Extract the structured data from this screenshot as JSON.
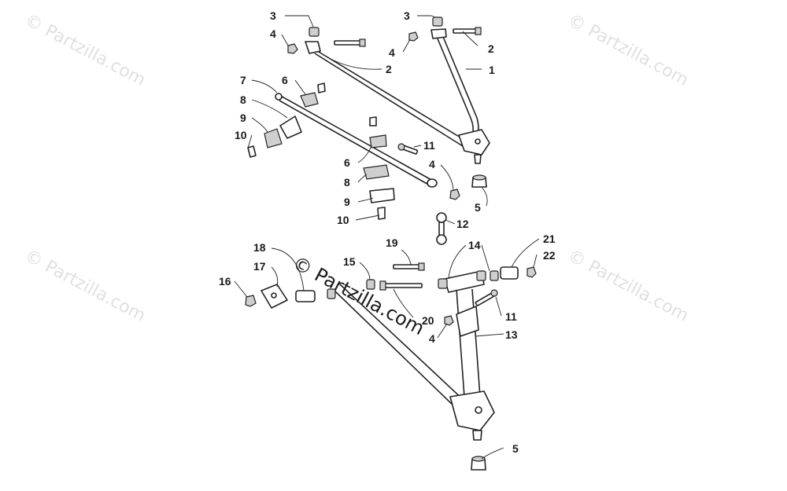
{
  "diagram": {
    "part_labels": {
      "l1": "1",
      "l2a": "2",
      "l2b": "2",
      "l3a": "3",
      "l3b": "3",
      "l4a": "4",
      "l4b": "4",
      "l4c": "4",
      "l4d": "4",
      "l5a": "5",
      "l5b": "5",
      "l6a": "6",
      "l6b": "6",
      "l7": "7",
      "l8a": "8",
      "l8b": "8",
      "l9a": "9",
      "l9b": "9",
      "l10a": "10",
      "l10b": "10",
      "l11a": "11",
      "l11b": "11",
      "l12": "12",
      "l13": "13",
      "l14": "14",
      "l15": "15",
      "l16": "16",
      "l17": "17",
      "l18": "18",
      "l19": "19",
      "l20": "20",
      "l21": "21",
      "l22": "22"
    },
    "watermarks": {
      "tl": "© Partzilla.com",
      "tr": "© Partzilla.com",
      "ml": "© Partzilla.com",
      "mr": "© Partzilla.com",
      "center": "© Partzilla.com"
    },
    "colors": {
      "ink": "#1a1a1a",
      "watermark": "#c8c8c8",
      "background": "#ffffff"
    }
  }
}
